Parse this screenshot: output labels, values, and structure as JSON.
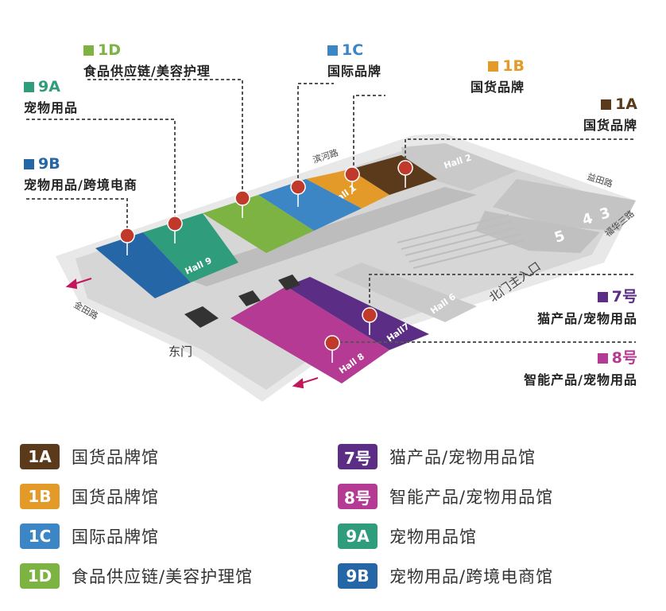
{
  "colors": {
    "1A": "#5a3a1a",
    "1B": "#e39a28",
    "1C": "#3c86c6",
    "1D": "#7cb342",
    "7": "#5b2d85",
    "8": "#b43a93",
    "9A": "#2f9c7c",
    "9B": "#2466a6"
  },
  "callouts": [
    {
      "id": "1D",
      "code": "1D",
      "desc": "食品供应链/美容护理"
    },
    {
      "id": "1C",
      "code": "1C",
      "desc": "国际品牌"
    },
    {
      "id": "1B",
      "code": "1B",
      "desc": "国货品牌"
    },
    {
      "id": "1A",
      "code": "1A",
      "desc": "国货品牌"
    },
    {
      "id": "9A",
      "code": "9A",
      "desc": "宠物用品"
    },
    {
      "id": "9B",
      "code": "9B",
      "desc": "宠物用品/跨境电商"
    },
    {
      "id": "7",
      "code": "7号",
      "desc": "猫产品/宠物用品"
    },
    {
      "id": "8",
      "code": "8号",
      "desc": "智能产品/宠物用品"
    }
  ],
  "map_labels": {
    "hall1": "Hall 1",
    "hall2": "Hall 2",
    "hall6": "Hall 6",
    "hall7": "Hall7",
    "hall8": "Hall 8",
    "hall9": "Hall 9",
    "hall4": "4",
    "hall3": "3",
    "hall5": "5",
    "road_binhe": "滨河路",
    "road_yitian": "益田路",
    "road_fuhua": "福华三路",
    "road_jintian": "金田路",
    "east_gate": "东门",
    "north_entrance": "北门主入口"
  },
  "legend": [
    {
      "code": "1A",
      "label": "国货品牌馆"
    },
    {
      "code": "1B",
      "label": "国货品牌馆"
    },
    {
      "code": "1C",
      "label": "国际品牌馆"
    },
    {
      "code": "1D",
      "label": "食品供应链/美容护理馆"
    },
    {
      "code": "7号",
      "label": "猫产品/宠物用品馆"
    },
    {
      "code": "8号",
      "label": "智能产品/宠物用品馆"
    },
    {
      "code": "9A",
      "label": "宠物用品馆"
    },
    {
      "code": "9B",
      "label": "宠物用品/跨境电商馆"
    }
  ]
}
